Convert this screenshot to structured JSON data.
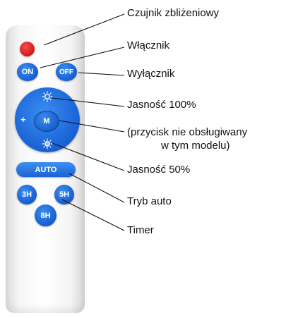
{
  "remote": {
    "buttons": {
      "on": "ON",
      "off": "OFF",
      "mode": "M",
      "plus": "+",
      "auto": "AUTO",
      "timer_3h": "3H",
      "timer_5h": "5H",
      "timer_8h": "8H"
    },
    "colors": {
      "button_blue": "#1a63d6",
      "sensor_red": "#d81e1e",
      "body": "#f4f4f4"
    },
    "icons": [
      "sun-bright-icon",
      "sun-dim-icon"
    ]
  },
  "labels": {
    "sensor": "Czujnik zbliżeniowy",
    "on": "Włącznik",
    "off": "Wyłącznik",
    "brightness_100": "Jasność 100%",
    "mode_line1": "(przycisk nie obsługiwany",
    "mode_line2": "w tym modelu)",
    "brightness_50": "Jasność 50%",
    "auto": "Tryb auto",
    "timer": "Timer"
  }
}
